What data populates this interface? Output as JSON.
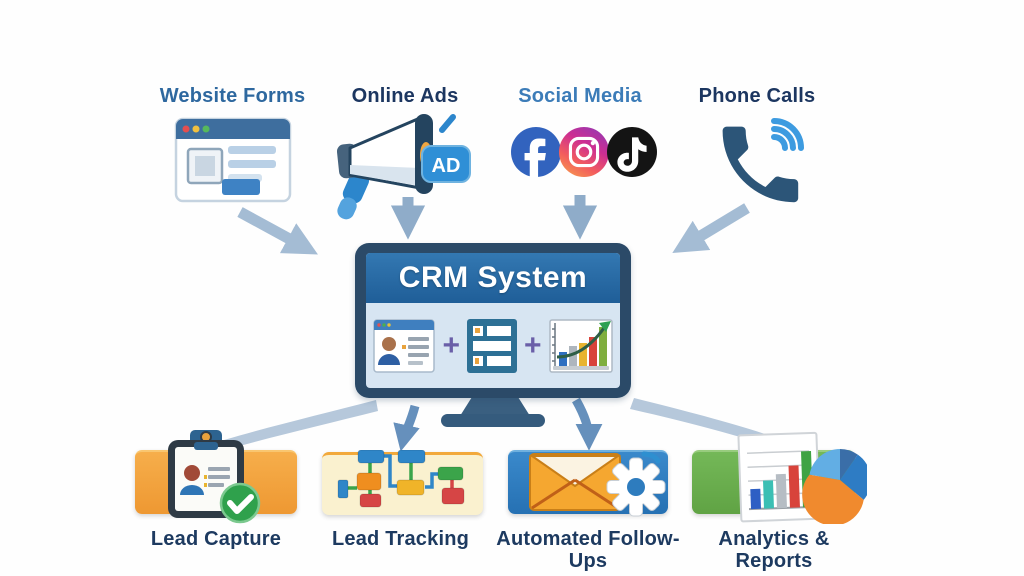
{
  "title": "CRM System",
  "plus_sign": "+",
  "sources": [
    {
      "id": "website-forms",
      "label": "Website Forms",
      "label_color": "#2E689F"
    },
    {
      "id": "online-ads",
      "label": "Online Ads",
      "label_color": "#1C3660",
      "badge": "AD"
    },
    {
      "id": "social-media",
      "label": "Social Media",
      "label_color": "#3C7CB8",
      "platforms": [
        "Facebook",
        "Instagram",
        "TikTok"
      ]
    },
    {
      "id": "phone-calls",
      "label": "Phone Calls",
      "label_color": "#1C3660"
    }
  ],
  "crm_screen_icons": [
    "contact-card",
    "lead-list",
    "growth-chart"
  ],
  "outputs": [
    {
      "id": "lead-capture",
      "label": "Lead Capture",
      "accent": "#F2A13C"
    },
    {
      "id": "lead-tracking",
      "label": "Lead Tracking",
      "accent": "#FAF0CC"
    },
    {
      "id": "automated-follow-ups",
      "label": "Automated Follow-Ups",
      "accent": "#2E7CBE"
    },
    {
      "id": "analytics-reports",
      "label": "Analytics & Reports",
      "accent": "#6BAE4F"
    }
  ],
  "colors": {
    "label_dark": "#1C3660",
    "label_medium": "#2E689F",
    "label_light": "#3C7CB8",
    "output_label": "#1D3A60",
    "arrow_light": "#A4BCD4",
    "arrow_dark": "#6690BC",
    "monitor_frame": "#2B4A68",
    "header_blue": "#2468A5",
    "screen_blue": "#D7E5F2"
  }
}
